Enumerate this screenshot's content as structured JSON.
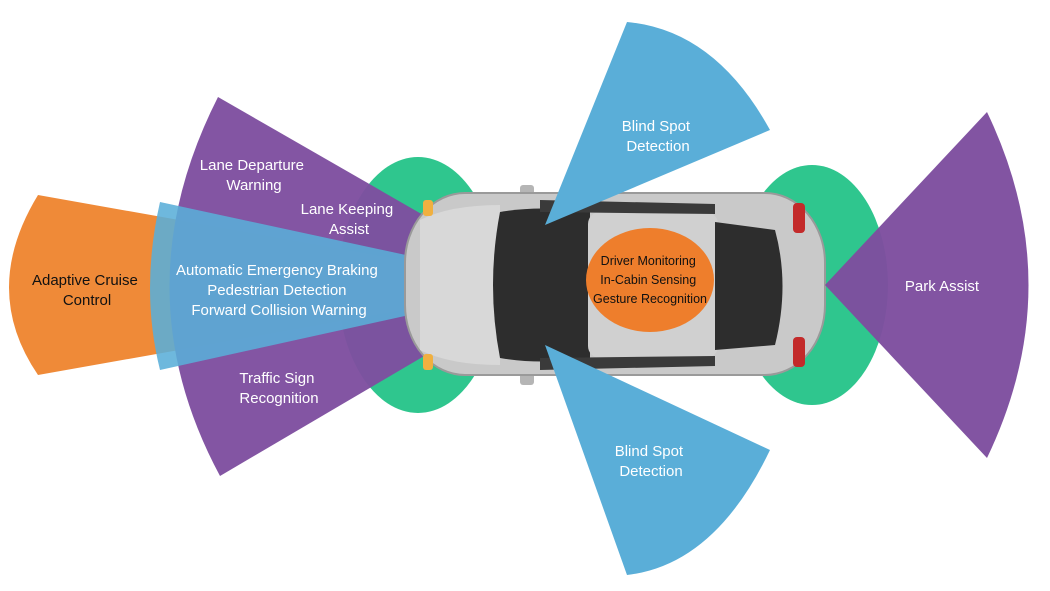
{
  "colors": {
    "orange": "#ef8a38",
    "purple": "#7e4e9f",
    "blue": "#5aaed8",
    "green": "#2fc68e",
    "cabin": "#ee7e2c",
    "car_body": "#c9c9c9",
    "glass": "#2d2d2d"
  },
  "labels": {
    "adaptive_cruise": [
      "Adaptive Cruise",
      "Control"
    ],
    "lane_departure": [
      "Lane Departure",
      "Warning"
    ],
    "lane_keeping": [
      "Lane Keeping",
      "Assist"
    ],
    "front_radar": [
      "Automatic Emergency Braking",
      "Pedestrian Detection",
      "Forward Collision Warning"
    ],
    "traffic_sign": [
      "Traffic Sign",
      "Recognition"
    ],
    "blind_spot_top": [
      "Blind Spot",
      "Detection"
    ],
    "blind_spot_bottom": [
      "Blind Spot",
      "Detection"
    ],
    "park_assist": [
      "Park Assist"
    ],
    "cabin": [
      "Driver Monitoring",
      "In-Cabin Sensing",
      "Gesture Recognition"
    ]
  }
}
